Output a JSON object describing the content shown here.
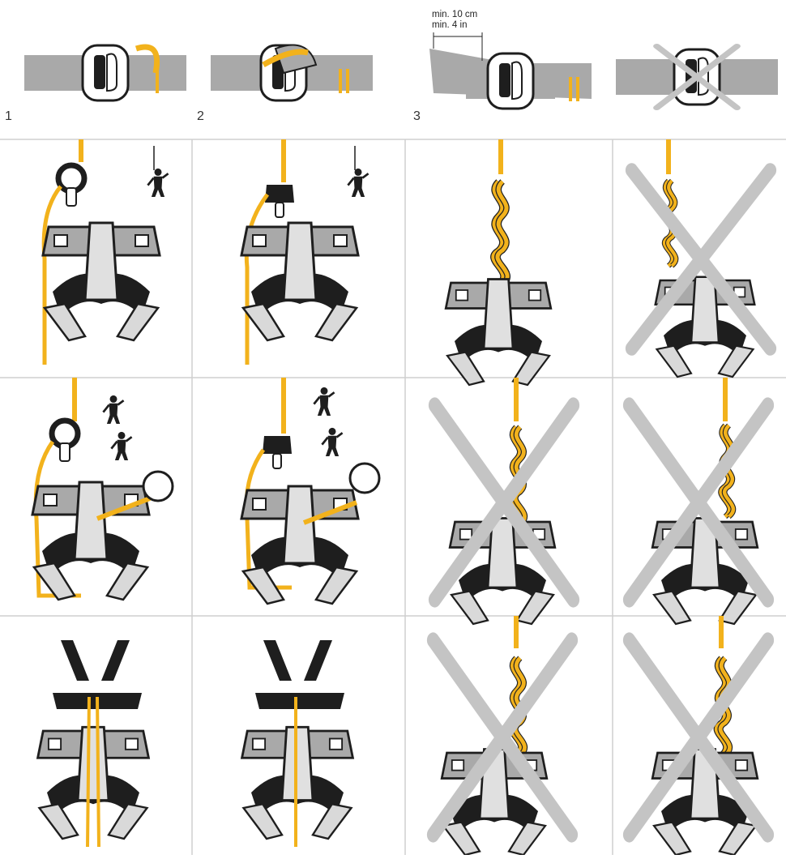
{
  "steps": {
    "step1": "1",
    "step2": "2",
    "step3": "3"
  },
  "dimension": {
    "metric": "min. 10 cm",
    "imperial": "min. 4 in"
  },
  "colors": {
    "rope": "#f2b21c",
    "rope_outline": "#222222",
    "strap": "#a9a9a9",
    "strap_dark": "#1e1e1e",
    "cross": "#bdbdbd",
    "divider": "#cfcfcf"
  },
  "icons": [
    "buckle-icon",
    "arrow-icon",
    "harness-icon",
    "figure-eight-knot-icon",
    "climber-icon",
    "carabiner-icon",
    "belay-device-icon",
    "wrong-cross-icon"
  ]
}
